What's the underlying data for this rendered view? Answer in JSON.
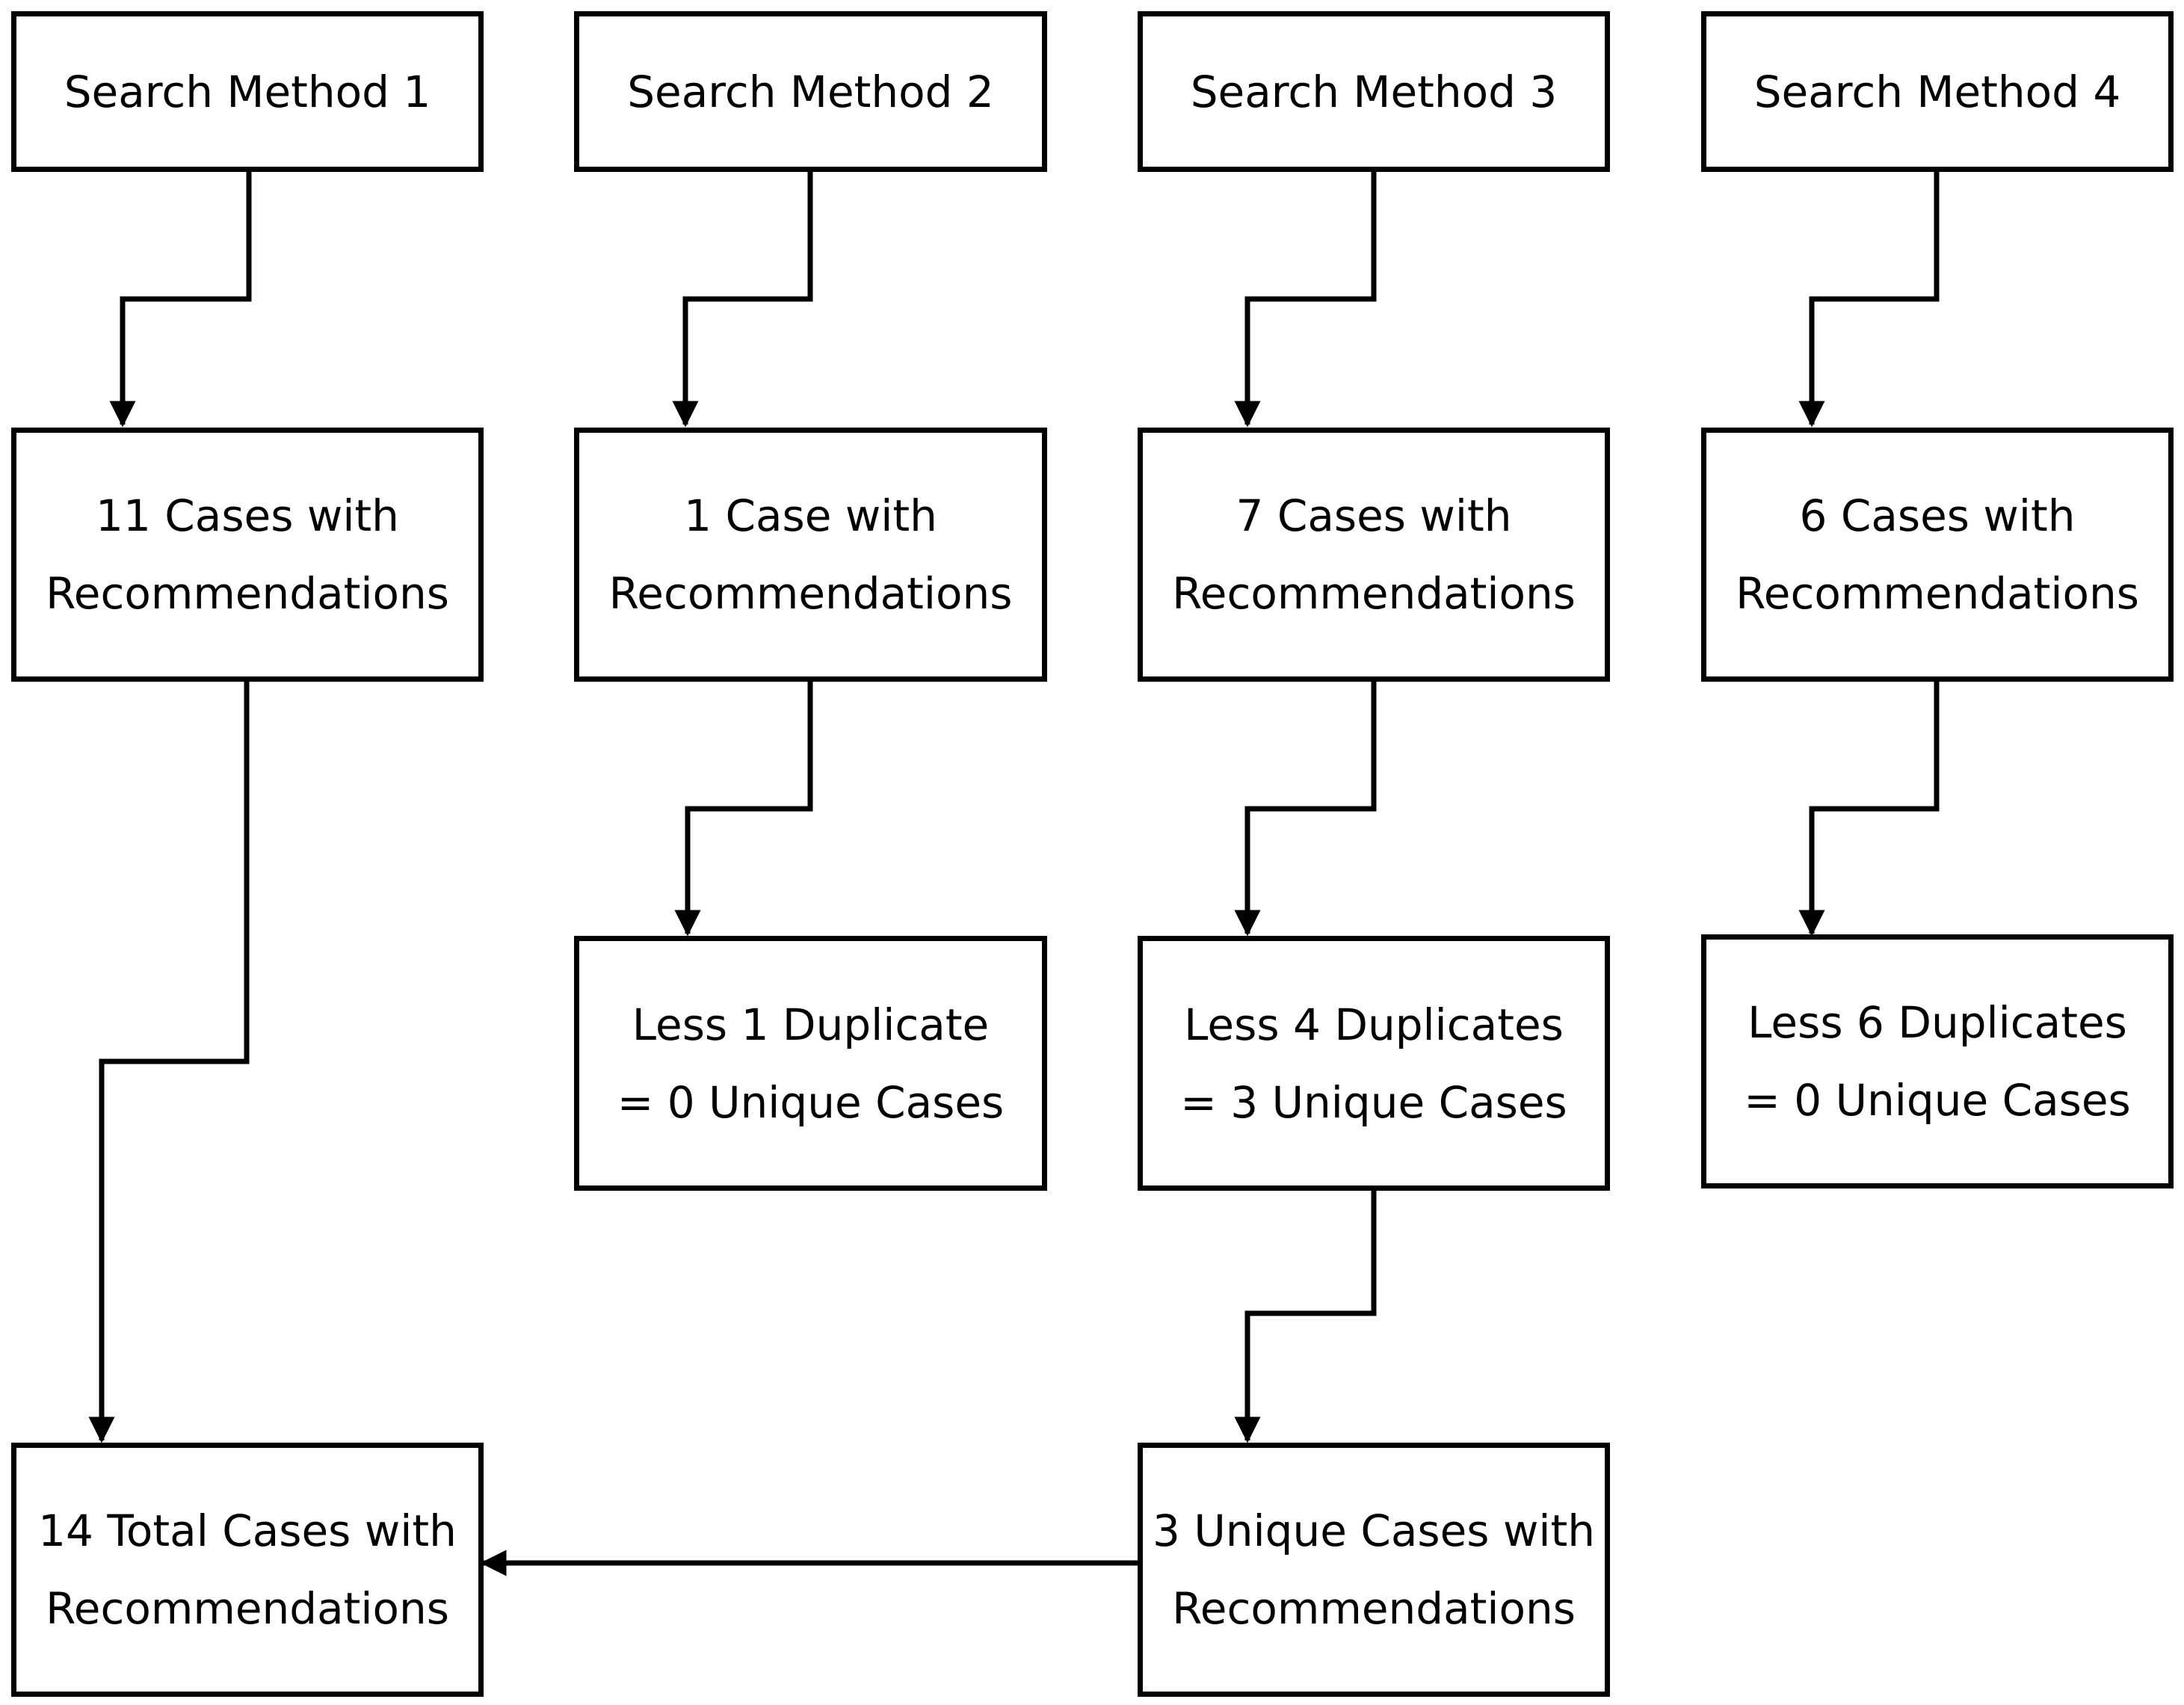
{
  "diagram": {
    "line_color": "#000000",
    "box_fill": "#ffffff",
    "nodes": {
      "search_method_1": {
        "lines": [
          "Search Method 1"
        ]
      },
      "search_method_2": {
        "lines": [
          "Search Method 2"
        ]
      },
      "search_method_3": {
        "lines": [
          "Search Method 3"
        ]
      },
      "search_method_4": {
        "lines": [
          "Search Method 4"
        ]
      },
      "cases_method_1": {
        "lines": [
          "11 Cases with",
          "Recommendations"
        ]
      },
      "cases_method_2": {
        "lines": [
          "1 Case with",
          "Recommendations"
        ]
      },
      "cases_method_3": {
        "lines": [
          "7 Cases with",
          "Recommendations"
        ]
      },
      "cases_method_4": {
        "lines": [
          "6 Cases with",
          "Recommendations"
        ]
      },
      "dedupe_method_2": {
        "lines": [
          "Less 1 Duplicate",
          "= 0 Unique Cases"
        ]
      },
      "dedupe_method_3": {
        "lines": [
          "Less 4 Duplicates",
          "= 3 Unique Cases"
        ]
      },
      "dedupe_method_4": {
        "lines": [
          "Less 6 Duplicates",
          "= 0 Unique Cases"
        ]
      },
      "unique_cases": {
        "lines": [
          "3 Unique Cases with",
          "Recommendations"
        ]
      },
      "total_cases": {
        "lines": [
          "14 Total Cases with",
          "Recommendations"
        ]
      }
    }
  }
}
